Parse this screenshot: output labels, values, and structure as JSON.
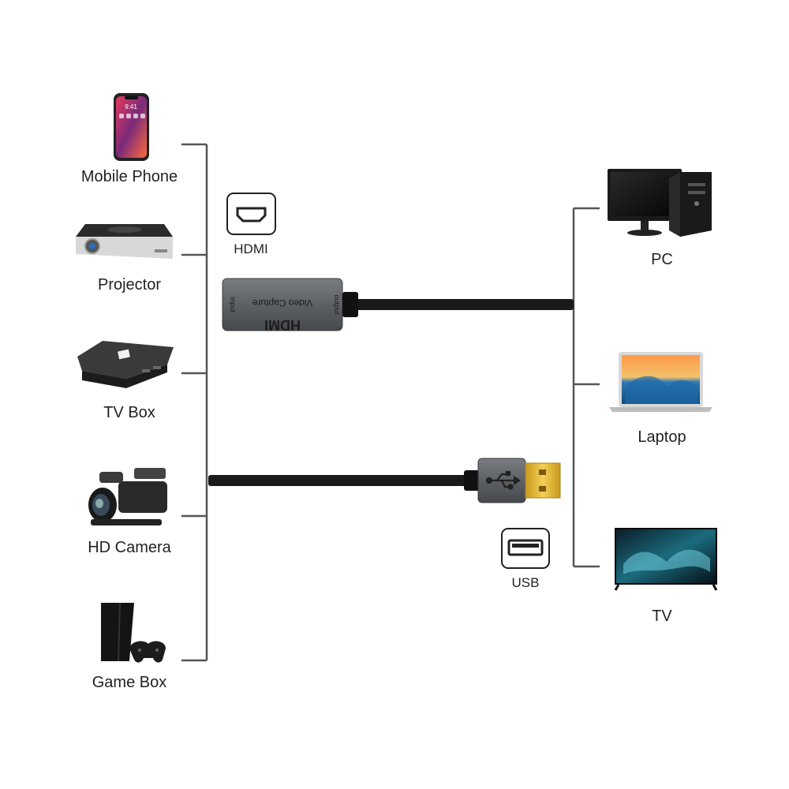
{
  "sources": [
    {
      "label": "Mobile Phone",
      "icon": "mobile-phone-icon"
    },
    {
      "label": "Projector",
      "icon": "projector-icon"
    },
    {
      "label": "TV Box",
      "icon": "tv-box-icon"
    },
    {
      "label": "HD Camera",
      "icon": "hd-camera-icon"
    },
    {
      "label": "Game Box",
      "icon": "game-console-icon"
    }
  ],
  "outputs": [
    {
      "label": "PC",
      "icon": "desktop-pc-icon"
    },
    {
      "label": "Laptop",
      "icon": "laptop-icon"
    },
    {
      "label": "TV",
      "icon": "television-icon"
    }
  ],
  "ports": {
    "hdmi": {
      "label": "HDMI",
      "icon": "hdmi-port-icon"
    },
    "usb": {
      "label": "USB",
      "icon": "usb-port-icon"
    }
  },
  "device": {
    "brand": "HDMI",
    "name": "Video Capture",
    "input_label": "input",
    "output_label": "output"
  },
  "phone_screen": {
    "time": "9:41"
  },
  "colors": {
    "line": "#555555",
    "cable": "#1a1a1a",
    "dongle": "#5f6266",
    "usb_gold": "#d9b23a"
  }
}
